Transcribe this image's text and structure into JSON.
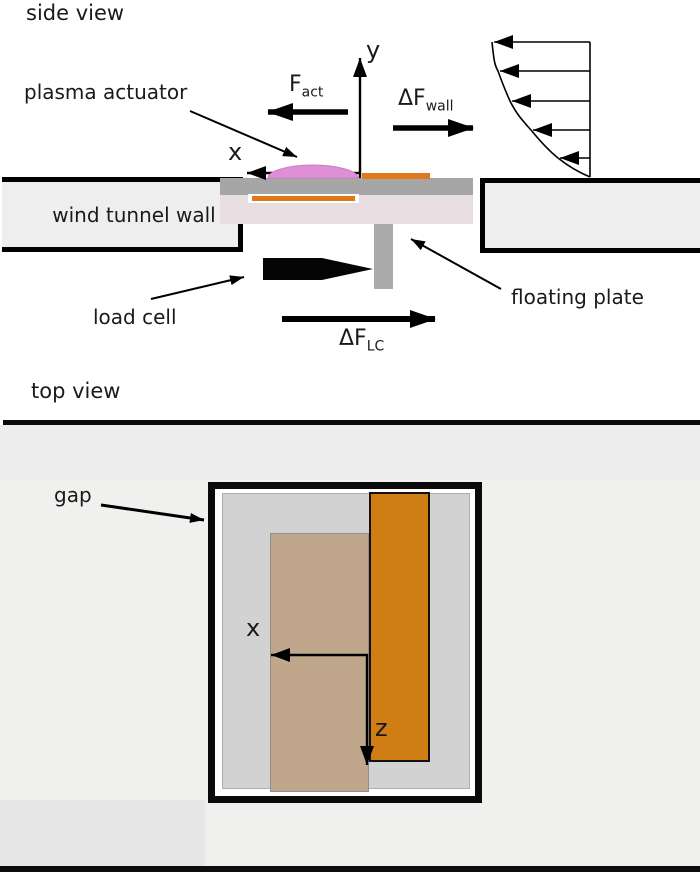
{
  "side_view": {
    "title": "side view",
    "labels": {
      "plasma_actuator": "plasma actuator",
      "wind_tunnel_wall": "wind tunnel wall",
      "load_cell": "load cell",
      "floating_plate": "floating plate"
    },
    "forces": {
      "f_act": {
        "base": "F",
        "sub": "act"
      },
      "f_wall": {
        "base": "ΔF",
        "sub": "wall"
      },
      "f_lc": {
        "base": "ΔF",
        "sub": "LC"
      }
    },
    "axes": {
      "x": "x",
      "y": "y"
    }
  },
  "top_view": {
    "title": "top view",
    "labels": {
      "gap": "gap"
    },
    "axes": {
      "x": "x",
      "z": "z"
    }
  },
  "colors": {
    "plasma_pink": "#de8fd6",
    "plasma_pink_edge": "#c87dc0",
    "electrode_orange": "#e0791a",
    "top_orange": "#ce7e12",
    "plate_gray": "#a6a6a6",
    "floating_plate_pink": "#e8dee2",
    "stem_gray": "#ababab",
    "wall_fill": "#eeeeee",
    "top_plate_gray": "#d2d2d2",
    "tan": "#c0a78b",
    "band_light": "#ededed",
    "band_lighter": "#f0f0ef",
    "band_dark": "#e7e7e7"
  }
}
